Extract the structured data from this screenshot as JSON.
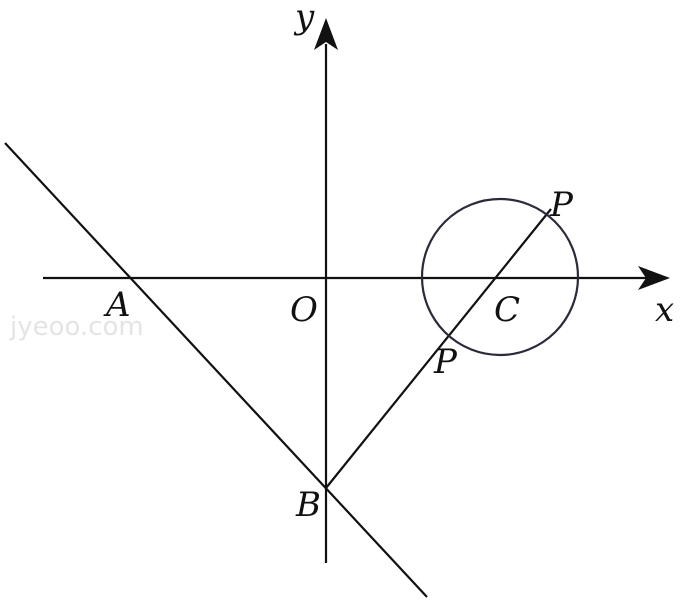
{
  "labels": {
    "x_axis": "x",
    "y_axis": "y",
    "origin": "O",
    "point_a": "A",
    "point_b": "B",
    "point_c": "C",
    "point_p_upper": "P",
    "point_p_lower": "P"
  },
  "watermark": "jyeoo.com",
  "colors": {
    "ink": "#111111",
    "circle": "#2a2a3a",
    "background": "#ffffff"
  }
}
